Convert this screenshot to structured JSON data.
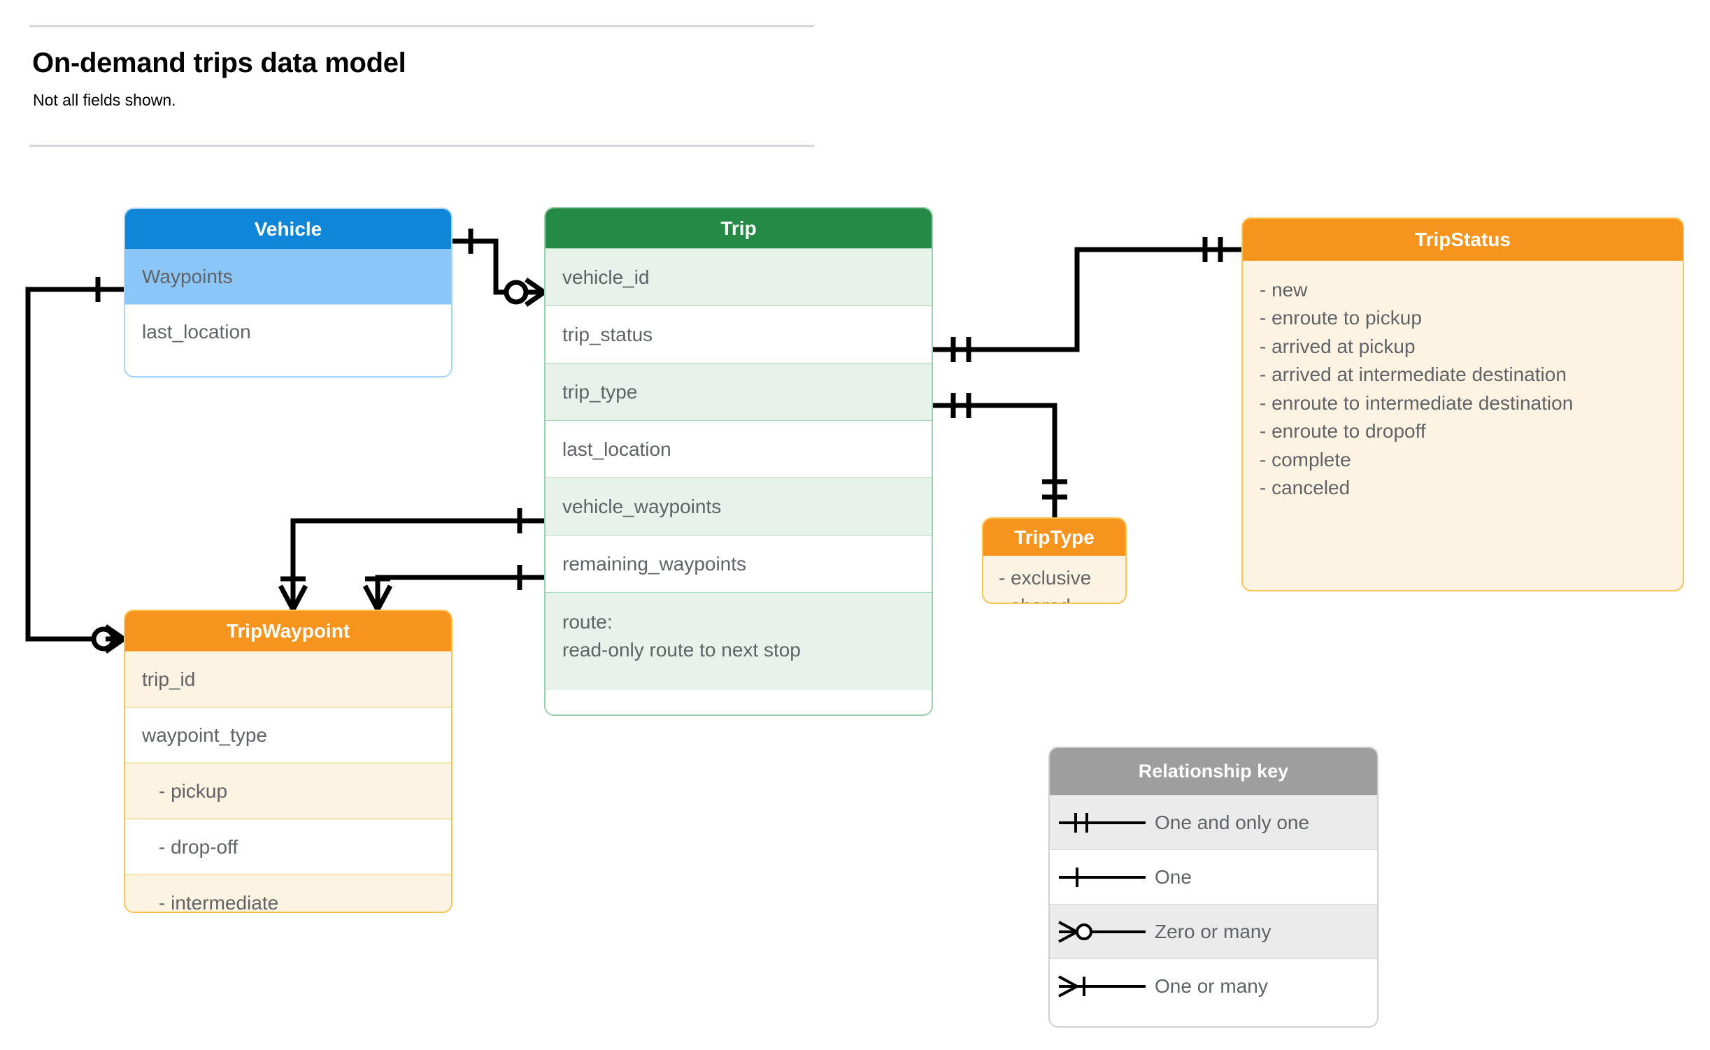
{
  "header": {
    "title": "On-demand trips data model",
    "subtitle": "Not all fields shown."
  },
  "entities": {
    "vehicle": {
      "title": "Vehicle",
      "color": "#1086d9",
      "rows": [
        {
          "label": "Waypoints"
        },
        {
          "label": "last_location"
        }
      ]
    },
    "trip": {
      "title": "Trip",
      "color": "#248a46",
      "rows": [
        {
          "label": "vehicle_id"
        },
        {
          "label": "trip_status"
        },
        {
          "label": "trip_type"
        },
        {
          "label": "last_location"
        },
        {
          "label": "vehicle_waypoints"
        },
        {
          "label": "remaining_waypoints"
        },
        {
          "label": "route:",
          "label2": "read-only route to next stop"
        }
      ]
    },
    "trip_status": {
      "title": "TripStatus",
      "color": "#f7941e",
      "values": [
        "- new",
        "- enroute to pickup",
        "- arrived at pickup",
        "- arrived at intermediate destination",
        "- enroute to intermediate destination",
        "- enroute to dropoff",
        "- complete",
        "- canceled"
      ]
    },
    "trip_type": {
      "title": "TripType",
      "color": "#f7941e",
      "values": [
        "- exclusive",
        "- shared"
      ]
    },
    "trip_waypoint": {
      "title": "TripWaypoint",
      "color": "#f7941e",
      "rows": [
        {
          "label": "trip_id"
        },
        {
          "label": "waypoint_type"
        },
        {
          "label": "-  pickup"
        },
        {
          "label": "-  drop-off"
        },
        {
          "label": "-  intermediate"
        }
      ]
    }
  },
  "legend": {
    "title": "Relationship key",
    "rows": [
      {
        "label": "One and only one",
        "symbol": "one-and-only-one-symbol"
      },
      {
        "label": "One",
        "symbol": "one-symbol"
      },
      {
        "label": "Zero or many",
        "symbol": "zero-or-many-symbol"
      },
      {
        "label": "One or many",
        "symbol": "one-or-many-symbol"
      }
    ]
  },
  "relationships": [
    {
      "from": "Vehicle",
      "to": "Trip.vehicle_id",
      "from_card": "One",
      "to_card": "Zero or many"
    },
    {
      "from": "Vehicle.Waypoints",
      "to": "TripWaypoint",
      "from_card": "One",
      "to_card": "Zero or many"
    },
    {
      "from": "Trip.trip_status",
      "to": "TripStatus",
      "from_card": "One and only one",
      "to_card": "One and only one"
    },
    {
      "from": "Trip.trip_type",
      "to": "TripType",
      "from_card": "One and only one",
      "to_card": "One and only one"
    },
    {
      "from": "Trip.vehicle_waypoints",
      "to": "TripWaypoint",
      "from_card": "One",
      "to_card": "One or many"
    },
    {
      "from": "Trip.remaining_waypoints",
      "to": "TripWaypoint",
      "from_card": "One",
      "to_card": "One or many"
    }
  ]
}
